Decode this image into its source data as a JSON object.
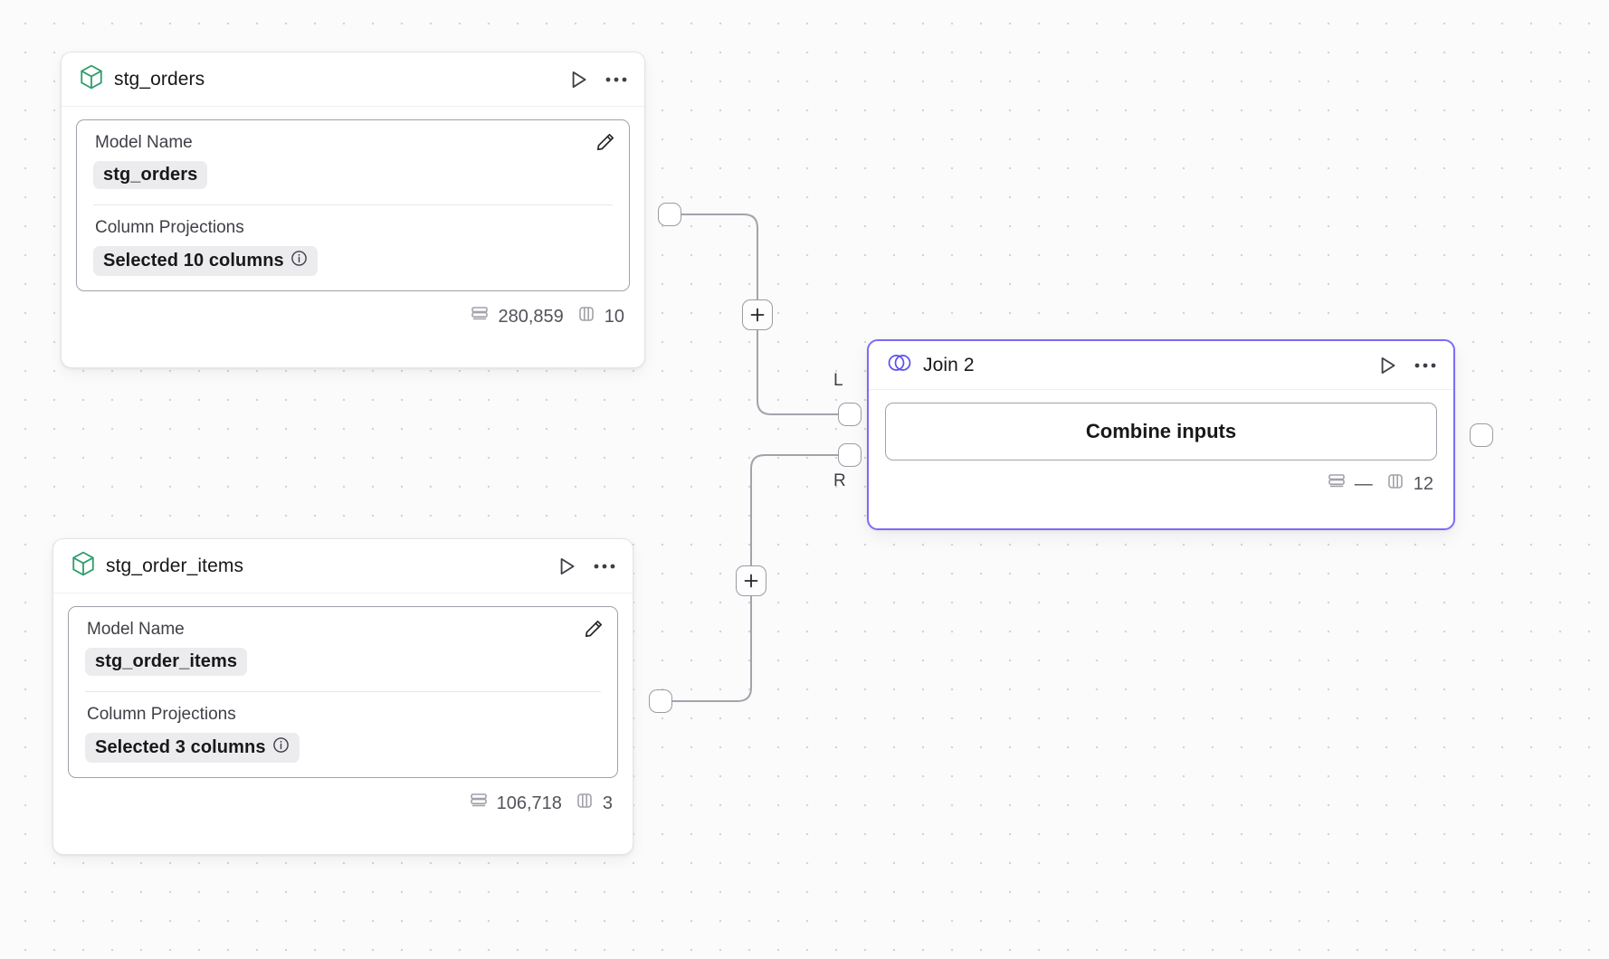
{
  "canvas": {
    "background_color": "#fbfbfb",
    "grid_dot_color": "#d4d4d8"
  },
  "nodes": [
    {
      "id": "stg_orders",
      "type": "model",
      "icon": "cube-icon",
      "icon_color": "#2f9e6e",
      "title": "stg_orders",
      "play_label": "Run",
      "more_label": "More options",
      "properties": {
        "model_name_label": "Model Name",
        "model_name_value": "stg_orders",
        "column_projections_label": "Column Projections",
        "column_projections_value": "Selected 10 columns"
      },
      "footer": {
        "rows": "280,859",
        "columns": "10"
      }
    },
    {
      "id": "stg_order_items",
      "type": "model",
      "icon": "cube-icon",
      "icon_color": "#2f9e6e",
      "title": "stg_order_items",
      "play_label": "Run",
      "more_label": "More options",
      "properties": {
        "model_name_label": "Model Name",
        "model_name_value": "stg_order_items",
        "column_projections_label": "Column Projections",
        "column_projections_value": "Selected 3 columns"
      },
      "footer": {
        "rows": "106,718",
        "columns": "3"
      }
    },
    {
      "id": "join_2",
      "type": "join",
      "icon": "venn-join-icon",
      "icon_color": "#5b50f0",
      "title": "Join 2",
      "selected": true,
      "border_color": "#7c6cf7",
      "play_label": "Run",
      "more_label": "More options",
      "body": {
        "combine_label": "Combine inputs"
      },
      "footer": {
        "rows": "—",
        "columns": "12"
      }
    }
  ],
  "ports": {
    "left_input_label": "L",
    "right_input_label": "R"
  },
  "edge_buttons": {
    "add_label": "+"
  }
}
